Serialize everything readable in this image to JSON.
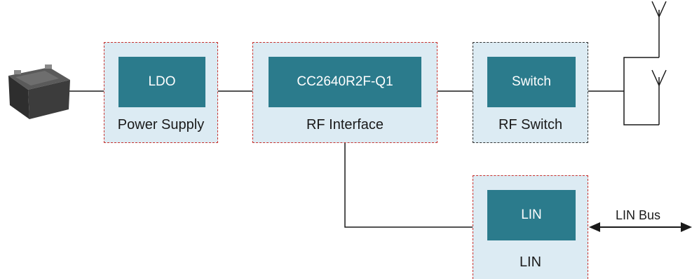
{
  "colors": {
    "group_fill": "#dcebf3",
    "group_border_red": "#c8322e",
    "group_border_black": "#333333",
    "chip_fill": "#2b7b8c",
    "chip_text": "#ffffff",
    "line": "#1a1a1a"
  },
  "icons": {
    "battery": "car-battery-icon",
    "antenna": "antenna-icon"
  },
  "blocks": {
    "power_supply": {
      "chip": "LDO",
      "label": "Power Supply"
    },
    "rf_interface": {
      "chip": "CC2640R2F-Q1",
      "label": "RF Interface"
    },
    "rf_switch": {
      "chip": "Switch",
      "label": "RF Switch"
    },
    "lin": {
      "chip": "LIN",
      "label": "LIN"
    }
  },
  "bus": {
    "label": "LIN Bus"
  }
}
